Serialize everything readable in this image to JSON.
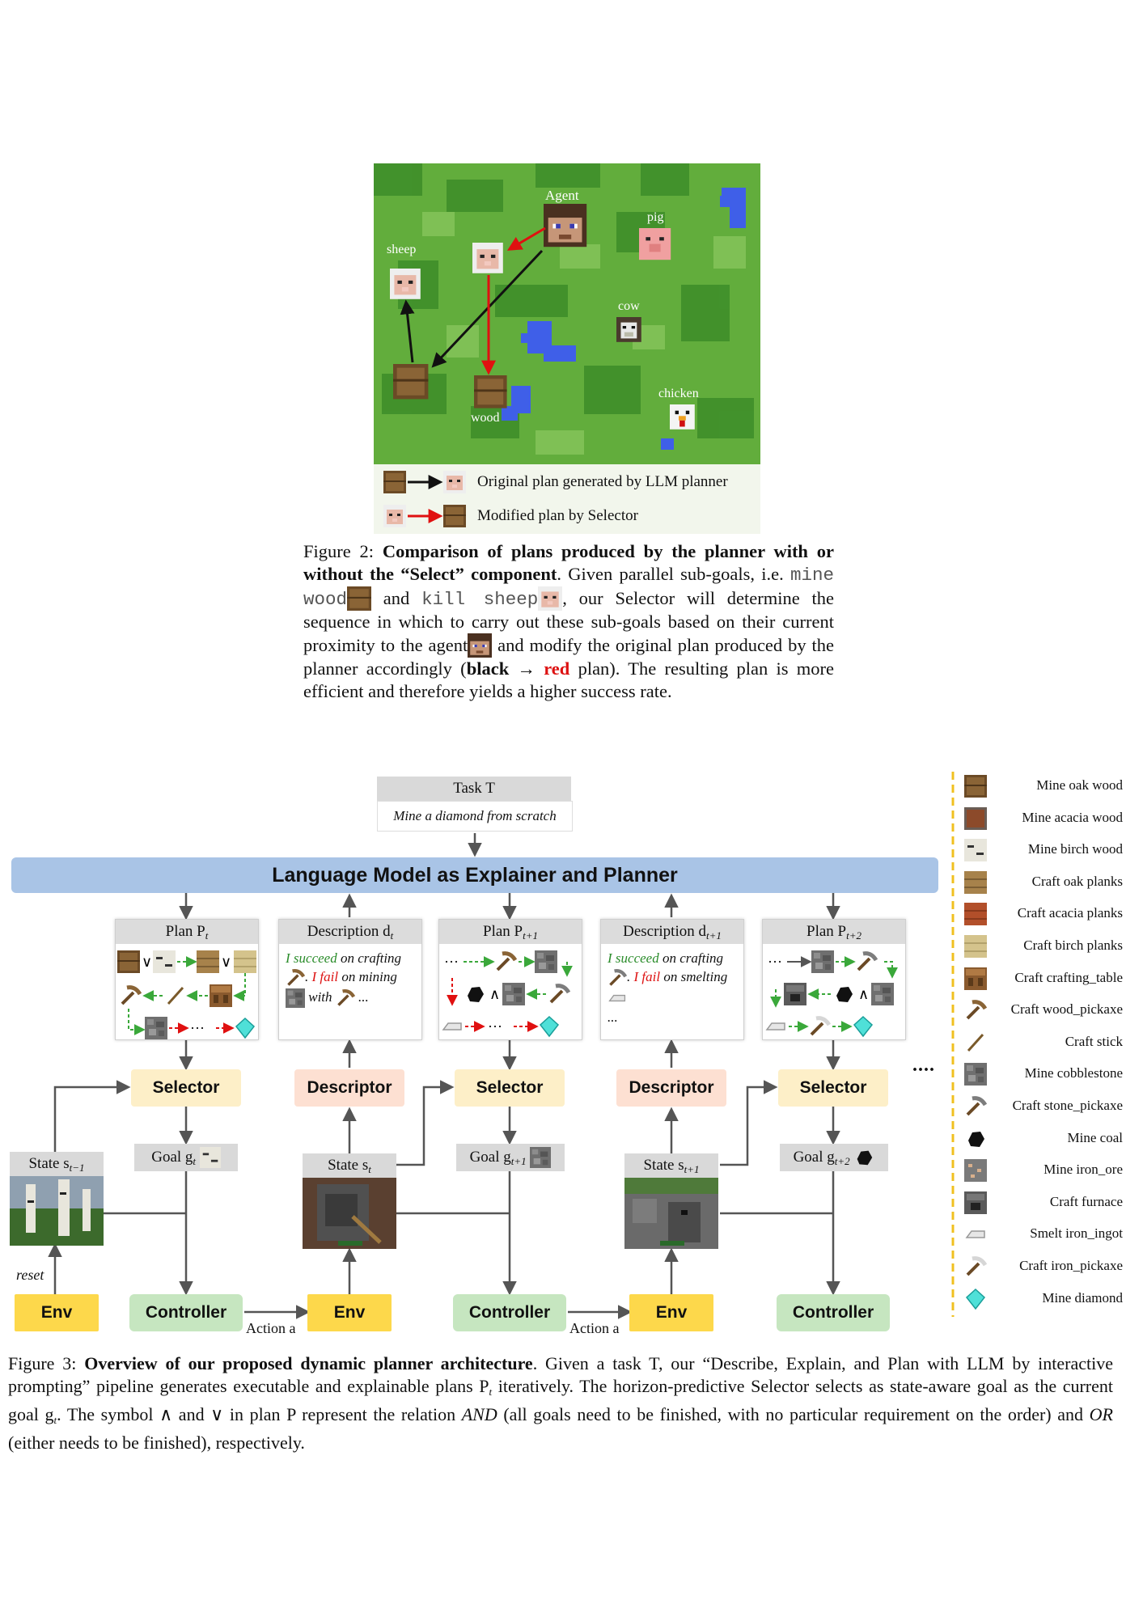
{
  "figure2": {
    "map_labels": {
      "agent": "Agent",
      "pig": "pig",
      "sheep": "sheep",
      "cow": "cow",
      "wood": "wood",
      "chicken": "chicken"
    },
    "legend": {
      "original": "Original plan generated by LLM planner",
      "modified": "Modified plan by Selector"
    },
    "caption": {
      "prefix": "Figure 2: ",
      "bold": "Comparison of plans produced by the planner with or without the “Select” component",
      "p1": ". Given parallel sub-goals, i.e. ",
      "code1": "mine wood",
      "and": " and ",
      "code2": "kill sheep",
      "p2": ", our Selector will determine the sequence in which to carry out these sub-goals based on their current proximity to the agent",
      "p3": " and modify the original plan produced by the planner accordingly (",
      "black": "black",
      "arrow": " → ",
      "red": "red",
      "p4": " plan). The resulting plan is more efficient and therefore yields a higher success rate."
    },
    "colors": {
      "grass": "#5fa83a",
      "water": "#3f5fe8",
      "red_arrow": "#e01010",
      "black_arrow": "#111111"
    }
  },
  "figure3": {
    "task": {
      "title": "Task T",
      "text": "Mine a diamond from scratch"
    },
    "lm_bar": "Language Model as Explainer and Planner",
    "cards": [
      {
        "title": "Plan P",
        "sub": "t"
      },
      {
        "title": "Description d",
        "sub": "t"
      },
      {
        "title": "Plan P",
        "sub": "t+1"
      },
      {
        "title": "Description d",
        "sub": "t+1"
      },
      {
        "title": "Plan P",
        "sub": "t+2"
      }
    ],
    "desc1": {
      "succeed": "I succeed",
      "on": " on crafting",
      "fail": "I fail",
      "rest": " on mining",
      "with": "with",
      "dots": "..."
    },
    "desc2": {
      "succeed": "I succeed",
      "on": " on crafting",
      "fail": "I fail",
      "rest": " on smelting",
      "dots": "..."
    },
    "modules": {
      "selector": "Selector",
      "descriptor": "Descriptor",
      "env": "Env",
      "controller": "Controller",
      "action": "Action a",
      "reset": "reset",
      "ellipsis": "...."
    },
    "goals": [
      {
        "label": "Goal g",
        "sub": "t"
      },
      {
        "label": "Goal g",
        "sub": "t+1"
      },
      {
        "label": "Goal g",
        "sub": "t+2"
      }
    ],
    "states": [
      {
        "label": "State s",
        "sub": "t−1"
      },
      {
        "label": "State s",
        "sub": "t"
      },
      {
        "label": "State s",
        "sub": "t+1"
      }
    ],
    "legend": [
      {
        "icon": "oak-log-icon",
        "label": "Mine oak wood"
      },
      {
        "icon": "acacia-log-icon",
        "label": "Mine acacia wood"
      },
      {
        "icon": "birch-log-icon",
        "label": "Mine birch wood"
      },
      {
        "icon": "oak-planks-icon",
        "label": "Craft oak planks"
      },
      {
        "icon": "acacia-planks-icon",
        "label": "Craft acacia planks"
      },
      {
        "icon": "birch-planks-icon",
        "label": "Craft birch planks"
      },
      {
        "icon": "crafting-table-icon",
        "label": "Craft crafting_table"
      },
      {
        "icon": "wood-pickaxe-icon",
        "label": "Craft wood_pickaxe"
      },
      {
        "icon": "stick-icon",
        "label": "Craft stick"
      },
      {
        "icon": "cobblestone-icon",
        "label": "Mine cobblestone"
      },
      {
        "icon": "stone-pickaxe-icon",
        "label": "Craft stone_pickaxe"
      },
      {
        "icon": "coal-icon",
        "label": "Mine coal"
      },
      {
        "icon": "iron-ore-icon",
        "label": "Mine iron_ore"
      },
      {
        "icon": "furnace-icon",
        "label": "Craft furnace"
      },
      {
        "icon": "iron-ingot-icon",
        "label": "Smelt iron_ingot"
      },
      {
        "icon": "iron-pickaxe-icon",
        "label": "Craft iron_pickaxe"
      },
      {
        "icon": "diamond-icon",
        "label": "Mine diamond"
      }
    ],
    "caption": {
      "prefix": "Figure 3: ",
      "bold": "Overview of our proposed dynamic planner architecture",
      "p1": ". Given a task T, our “Describe, Explain, and Plan with LLM by interactive prompting” pipeline generates executable and explainable plans P",
      "p1sub": "t",
      "p2": " iteratively. The horizon-predictive Selector selects as state-aware goal as the current goal g",
      "p2sub": "t",
      "p3": ". The symbol ∧ and ∨ in plan P represent the relation ",
      "and_word": "AND",
      "p4": " (all goals need to be finished, with no particular requirement on the order) and ",
      "or_word": "OR",
      "p5": " (either needs to be finished), respectively."
    }
  }
}
